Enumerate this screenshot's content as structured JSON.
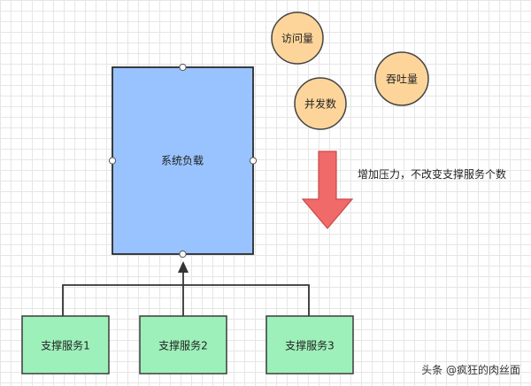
{
  "diagram": {
    "system_load": {
      "label": "系统负载",
      "fill": "#99c3ff"
    },
    "metrics": [
      {
        "label": "访问量"
      },
      {
        "label": "吞吐量"
      },
      {
        "label": "并发数"
      }
    ],
    "arrow_note": "增加压力，不改变支撑服务个数",
    "services": [
      {
        "label": "支撑服务1"
      },
      {
        "label": "支撑服务2"
      },
      {
        "label": "支撑服务3"
      }
    ],
    "colors": {
      "metric_fill": "#fdd59a",
      "metric_stroke": "#444444",
      "service_fill": "#9ef0ba",
      "service_stroke": "#3c3c3c",
      "arrow_fill": "#f06a6a",
      "arrow_stroke": "#c94a4a"
    }
  },
  "watermark": "头条 @疯狂的肉丝面"
}
